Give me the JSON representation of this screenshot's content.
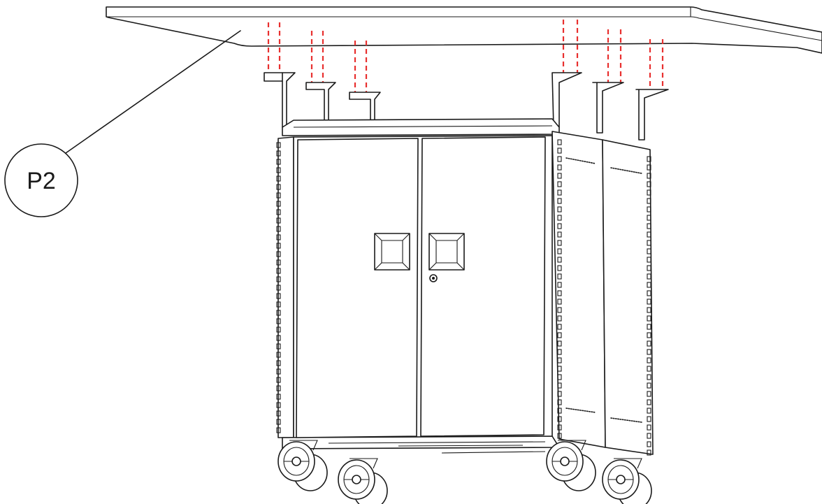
{
  "callout": {
    "label": "P2"
  },
  "colors": {
    "line": "#1a1a1a",
    "guide": "#e8302f",
    "background": "#ffffff"
  },
  "parts": {
    "tabletop": "tabletop-panel",
    "brackets": 6,
    "casters": 4
  }
}
